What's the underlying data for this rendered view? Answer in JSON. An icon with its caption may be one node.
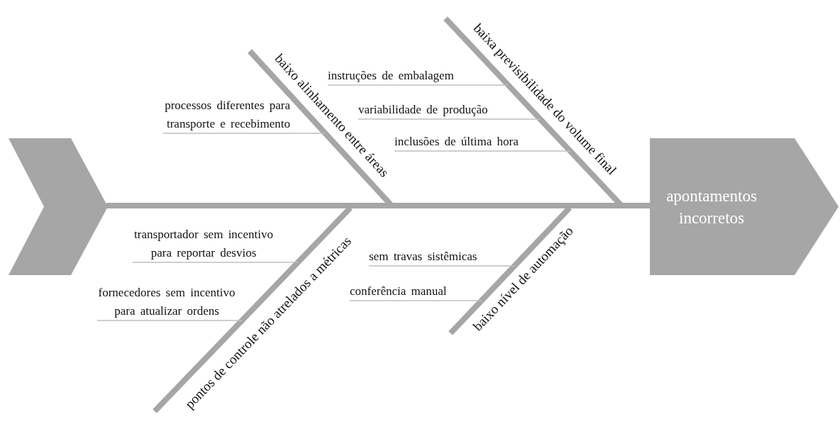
{
  "diagram": {
    "nodes": [
      {
        "text": [],
        "shape": "chevron"
      },
      {
        "text": [
          "baixo alinhamento entre áreas"
        ]
      },
      {
        "text": [
          "processos diferentes para transporte e recebimento"
        ]
      },
      {
        "text": [
          "baixa previsibilidade do volume final"
        ]
      },
      {
        "text": [
          "instruções de embalagem"
        ]
      },
      {
        "text": [
          "variabilidade de produção"
        ]
      },
      {
        "text": [
          "inclusões de última hora"
        ]
      },
      {
        "text": [
          "apontamentos incorretos"
        ]
      },
      {
        "text": [
          "pontos de controle não atrelados a métricas"
        ]
      },
      {
        "text": [
          "transportador sem incentivo para reportar desvios"
        ]
      },
      {
        "text": [
          "fornecedores sem incentivo para atualizar ordens"
        ]
      },
      {
        "text": [
          "baixo nível de automação"
        ]
      },
      {
        "text": [
          "sem travas sistêmicas"
        ]
      },
      {
        "text": [
          "conferência manual"
        ]
      }
    ],
    "edges": [
      {
        "from": 0,
        "to": 7,
        "arrow": "none",
        "style": "thick"
      },
      {
        "from": 1,
        "to": null,
        "arrow": "none",
        "style": "thick"
      },
      {
        "from": 2,
        "to": 1,
        "arrow": "none"
      },
      {
        "from": 3,
        "to": null,
        "arrow": "none",
        "style": "thick"
      },
      {
        "from": 4,
        "to": 3,
        "arrow": "none"
      },
      {
        "from": 5,
        "to": 3,
        "arrow": "none"
      },
      {
        "from": 6,
        "to": 3,
        "arrow": "none"
      },
      {
        "from": 8,
        "to": null,
        "arrow": "none",
        "style": "thick"
      },
      {
        "from": 9,
        "to": 8,
        "arrow": "none"
      },
      {
        "from": 10,
        "to": 8,
        "arrow": "none"
      },
      {
        "from": 11,
        "to": null,
        "arrow": "none",
        "style": "thick"
      },
      {
        "from": 12,
        "to": 11,
        "arrow": "none"
      },
      {
        "from": 13,
        "to": 11,
        "arrow": "none"
      }
    ]
  }
}
